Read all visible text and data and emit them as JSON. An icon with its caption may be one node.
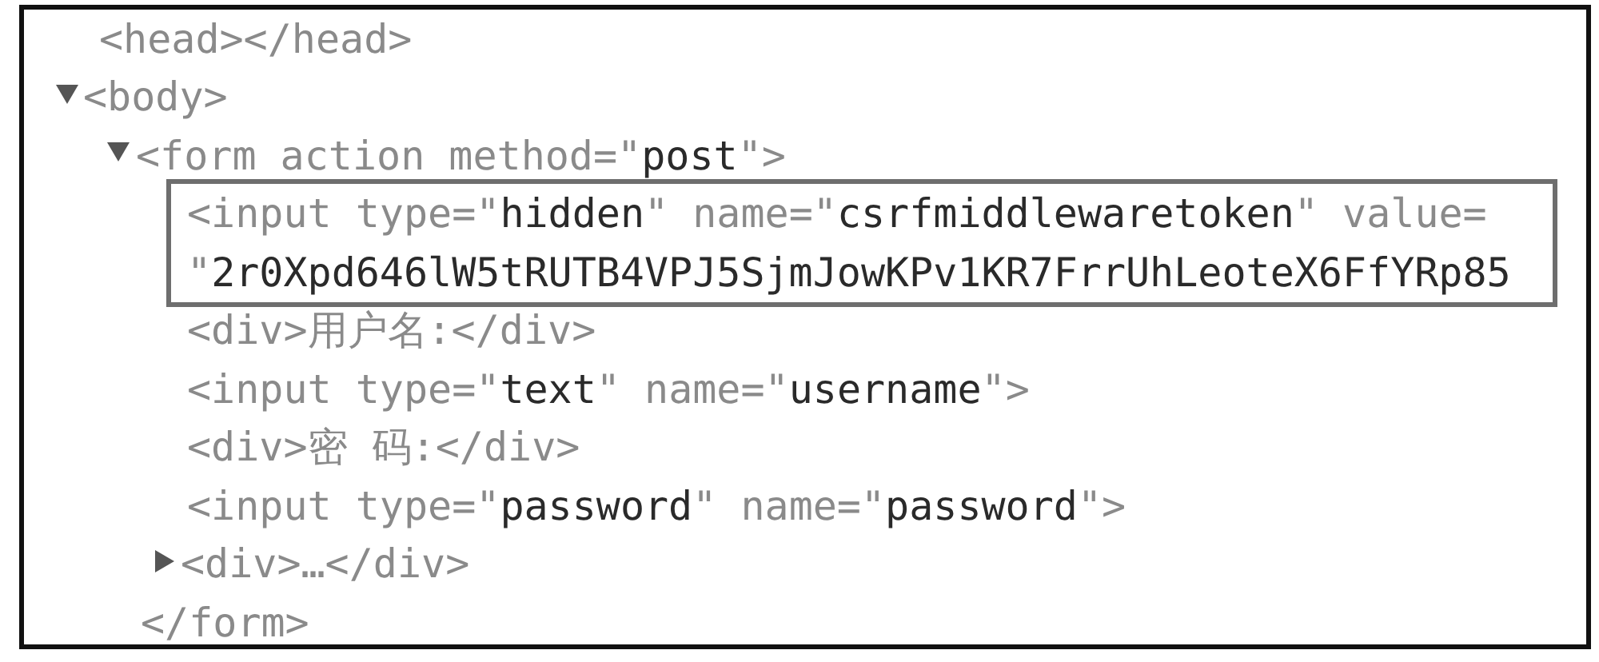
{
  "diagram": {
    "nodes": [
      {
        "text": [
          "<input type=\"hidden\" name=\"csrfmiddlewaretoken\" value= \"2r0Xpd646lW5tRUTB4VPJ5SjmJowKPv1KR7FrrUhLeoteX6FfYRp85"
        ]
      }
    ],
    "labels": [
      "<head></head>",
      "<body>",
      "<form action method=\"post\">",
      "<div>用户名:</div>",
      "<input type=\"text\" name=\"username\">",
      "<div>密 码:</div>",
      "<input type=\"password\" name=\"password\">",
      "<div>…</div>",
      "</form>"
    ]
  }
}
